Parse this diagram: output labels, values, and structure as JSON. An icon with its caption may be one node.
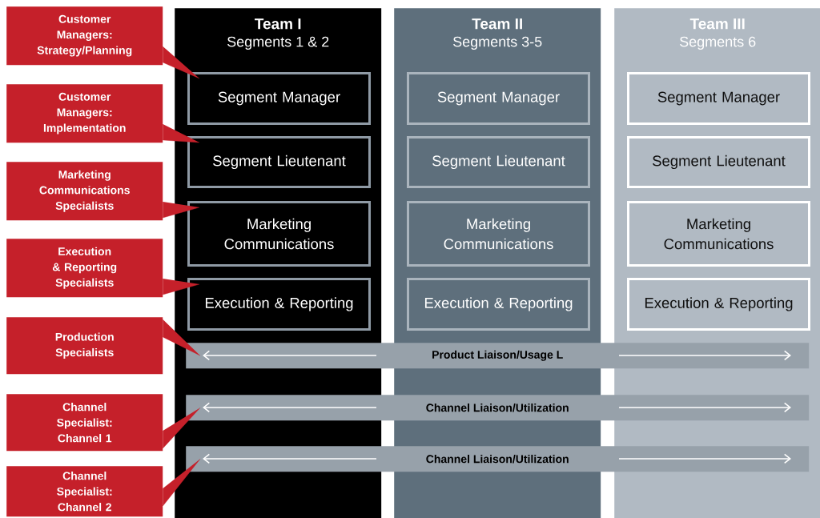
{
  "diagram": {
    "nodes": [
      {
        "text": [
          "Customer Managers: Strategy/Planning"
        ]
      },
      {
        "text": [
          "Customer Managers: Implementation"
        ]
      },
      {
        "text": [
          "Marketing Communications Specialists"
        ]
      },
      {
        "text": [
          "Execution & Reporting Specialists"
        ]
      },
      {
        "text": [
          "Production Specialists"
        ]
      },
      {
        "text": [
          "Channel Specialist: Channel 1"
        ]
      },
      {
        "text": [
          "Channel Specialist: Channel 2"
        ]
      },
      {
        "text": [
          "Team I",
          "Segments 1 & 2"
        ]
      },
      {
        "text": [
          "Segment Manager"
        ],
        "in": 7
      },
      {
        "text": [
          "Segment Lieutenant"
        ],
        "in": 7
      },
      {
        "text": [
          "Marketing Communications"
        ],
        "in": 7
      },
      {
        "text": [
          "Execution & Reporting"
        ],
        "in": 7
      },
      {
        "text": [
          "Team II",
          "Segments 3-5"
        ]
      },
      {
        "text": [
          "Segment Manager"
        ],
        "in": 12
      },
      {
        "text": [
          "Segment Lieutenant"
        ],
        "in": 12
      },
      {
        "text": [
          "Marketing Communications"
        ],
        "in": 12
      },
      {
        "text": [
          "Execution & Reporting"
        ],
        "in": 12
      },
      {
        "text": [
          "Team III",
          "Segments 6"
        ]
      },
      {
        "text": [
          "Segment Manager"
        ],
        "in": 17
      },
      {
        "text": [
          "Segment Lieutenant"
        ],
        "in": 17
      },
      {
        "text": [
          "Marketing Communications"
        ],
        "in": 17
      },
      {
        "text": [
          "Execution & Reporting"
        ],
        "in": 17
      },
      {
        "text": [
          "Product Liaison/Usage L"
        ]
      },
      {
        "text": [
          "Channel Liaison/Utilization"
        ]
      },
      {
        "text": [
          "Channel Liaison/Utilization"
        ]
      }
    ],
    "edges": [
      {
        "from": 0,
        "to": 8,
        "arrow": "none"
      },
      {
        "from": 1,
        "to": 9,
        "arrow": "none"
      },
      {
        "from": 2,
        "to": 10,
        "arrow": "none"
      },
      {
        "from": 3,
        "to": 11,
        "arrow": "none"
      },
      {
        "from": 4,
        "to": 22,
        "arrow": "none"
      },
      {
        "from": 5,
        "to": 23,
        "arrow": "none"
      },
      {
        "from": 6,
        "to": 24,
        "arrow": "none"
      }
    ]
  }
}
